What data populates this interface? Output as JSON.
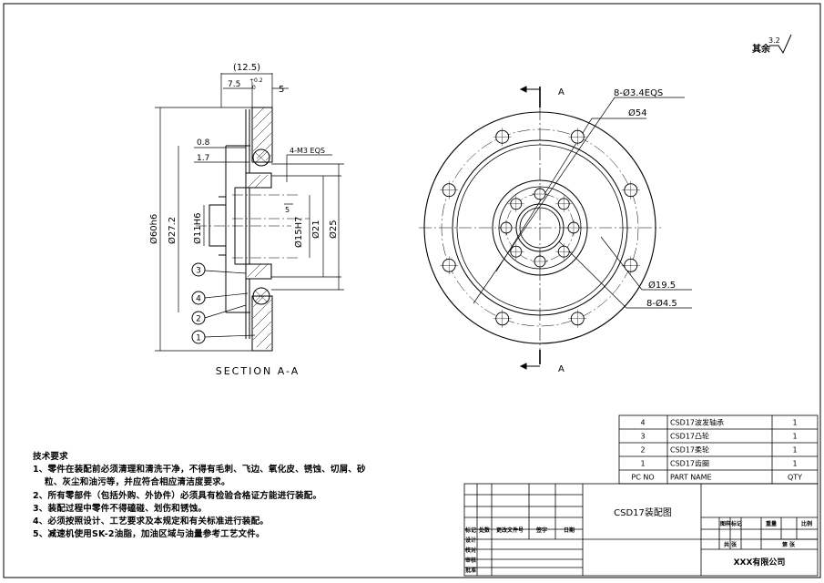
{
  "surface_finish": {
    "prefix": "其余",
    "value": "3.2"
  },
  "section": {
    "caption": "SECTION A-A",
    "cut_label_top": "A",
    "cut_label_bottom": "A"
  },
  "section_dims": {
    "width_total": "(12.5)",
    "width_7_5_base": "7.5",
    "width_7_5_tol_upper": "+0.2",
    "width_7_5_tol_lower": "0",
    "width_5": "5",
    "offset_0_8": "0.8",
    "offset_1_7": "1.7",
    "thread": "4-M3 EQS",
    "dia_60h6": "Ø60h6",
    "dia_27_2": "Ø27.2",
    "dia_11h6": "Ø11H6",
    "dia_15h7": "Ø15H7",
    "dia_21": "Ø21",
    "dia_25": "Ø25",
    "small_5": "5"
  },
  "front_dims": {
    "holes_8": "8-Ø3.4EQS",
    "dia_54": "Ø54",
    "dia_19_5": "Ø19.5",
    "holes_8b": "8-Ø4.5"
  },
  "balloons": [
    "1",
    "2",
    "3",
    "4"
  ],
  "tech_notes": {
    "title": "技术要求",
    "lines": [
      "1、零件在装配前必须清理和清洗干净，不得有毛刺、飞边、氧化皮、锈蚀、切屑、砂",
      "粒、灰尘和油污等，并应符合相应清洁度要求。",
      "2、所有零部件（包括外购、外协件）必须具有检验合格证方能进行装配。",
      "3、装配过程中零件不得磕碰、划伤和锈蚀。",
      "4、必须按照设计、工艺要求及本规定和有关标准进行装配。",
      "5、减速机使用SK-2油脂，加油区域与油量参考工艺文件。"
    ]
  },
  "bom": {
    "headers": [
      "PC NO",
      "PART NAME",
      "QTY"
    ],
    "rows": [
      {
        "no": "4",
        "name": "CSD17波发轴承",
        "qty": "1"
      },
      {
        "no": "3",
        "name": "CSD17凸轮",
        "qty": "1"
      },
      {
        "no": "2",
        "name": "CSD17柔轮",
        "qty": "1"
      },
      {
        "no": "1",
        "name": "CSD17齿圈",
        "qty": "1"
      }
    ]
  },
  "title_block": {
    "drawing_title": "CSD17装配图",
    "company": "XXX有限公司",
    "rev_headers": [
      "标记",
      "处数",
      "更改文件号",
      "签字",
      "日期"
    ],
    "role_labels": [
      "设计",
      "校对",
      "审核",
      "批准"
    ],
    "stage_label": "图样标记",
    "weight_label": "重量",
    "scale_label": "比例",
    "sheets_label": "共 张",
    "sheet_label": "第 张"
  }
}
